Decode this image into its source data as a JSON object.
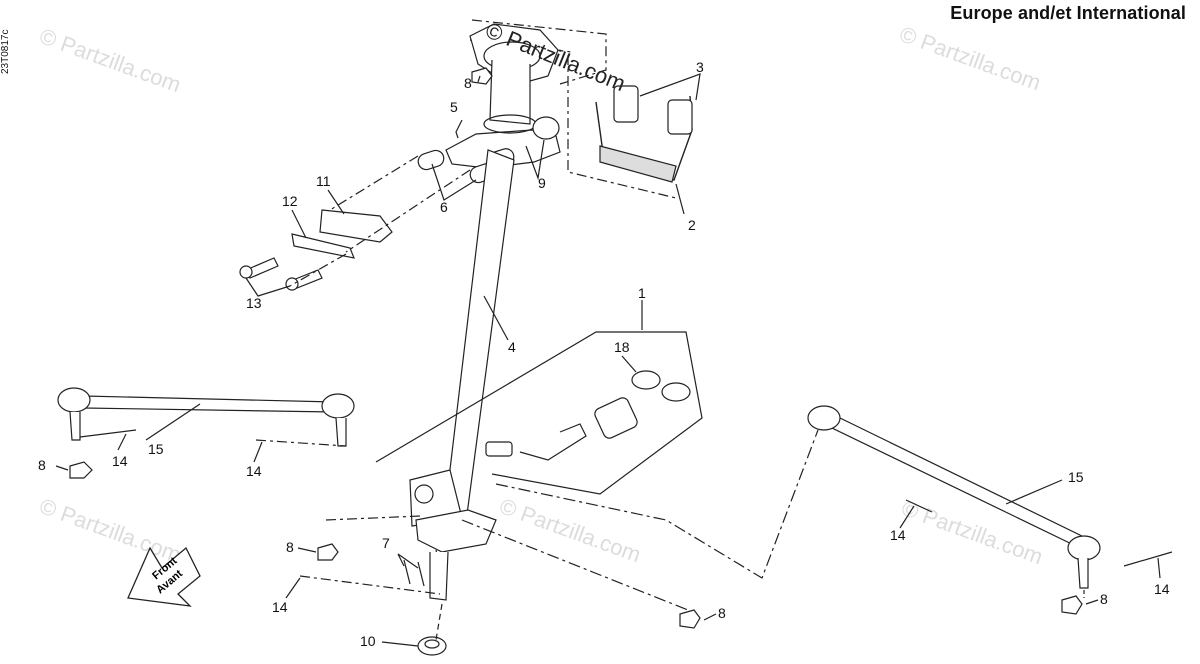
{
  "header": {
    "title": "Europe and/et International",
    "diagram_code": "23T0817c"
  },
  "watermarks": {
    "main": "© Partzilla.com",
    "faint": "© Partzilla.com"
  },
  "front_arrow": {
    "line1": "Front",
    "line2": "Avant"
  },
  "callouts": [
    {
      "id": "c-1",
      "label": "1"
    },
    {
      "id": "c-2",
      "label": "2"
    },
    {
      "id": "c-3",
      "label": "3"
    },
    {
      "id": "c-4",
      "label": "4"
    },
    {
      "id": "c-5",
      "label": "5"
    },
    {
      "id": "c-6",
      "label": "6"
    },
    {
      "id": "c-7",
      "label": "7"
    },
    {
      "id": "c-8a",
      "label": "8"
    },
    {
      "id": "c-8b",
      "label": "8"
    },
    {
      "id": "c-8c",
      "label": "8"
    },
    {
      "id": "c-8d",
      "label": "8"
    },
    {
      "id": "c-8e",
      "label": "8"
    },
    {
      "id": "c-9",
      "label": "9"
    },
    {
      "id": "c-10",
      "label": "10"
    },
    {
      "id": "c-11",
      "label": "11"
    },
    {
      "id": "c-12",
      "label": "12"
    },
    {
      "id": "c-13",
      "label": "13"
    },
    {
      "id": "c-14a",
      "label": "14"
    },
    {
      "id": "c-14b",
      "label": "14"
    },
    {
      "id": "c-14c",
      "label": "14"
    },
    {
      "id": "c-14d",
      "label": "14"
    },
    {
      "id": "c-14e",
      "label": "14"
    },
    {
      "id": "c-15a",
      "label": "15"
    },
    {
      "id": "c-15b",
      "label": "15"
    },
    {
      "id": "c-18",
      "label": "18"
    }
  ]
}
